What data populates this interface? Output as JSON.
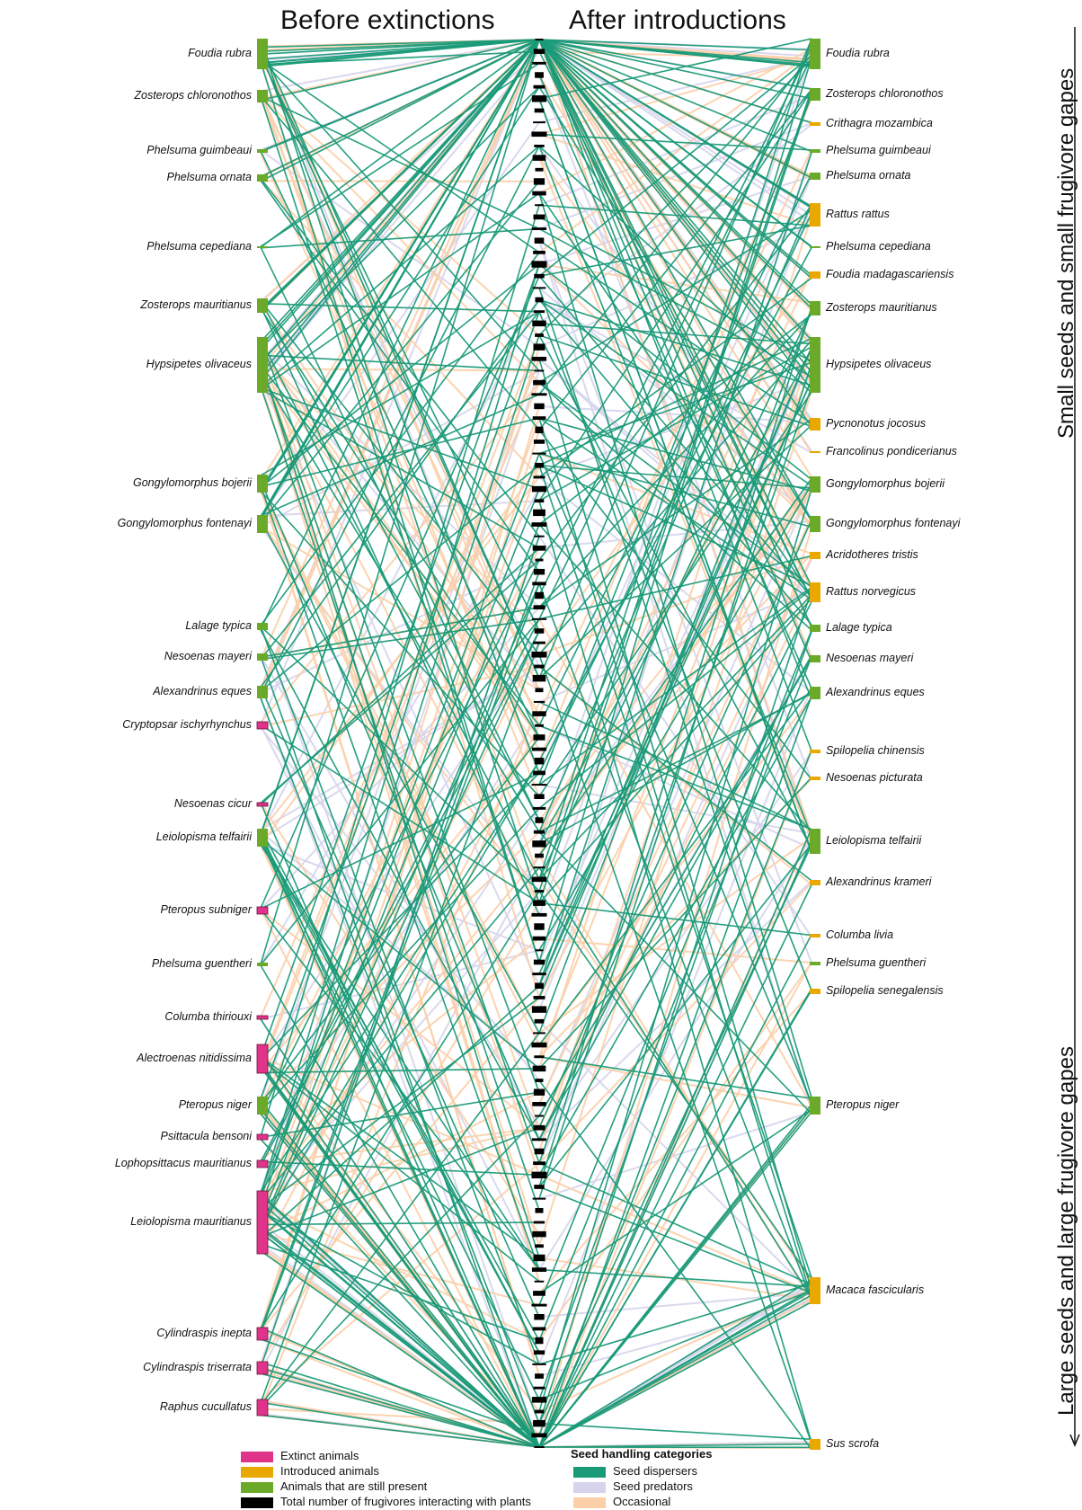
{
  "titles": {
    "left": "Before extinctions",
    "right": "After introductions"
  },
  "side_labels": {
    "top": "Small seeds and small frugivore gapes",
    "bottom": "Large seeds and large frugivore gapes"
  },
  "colors": {
    "extinct": "#e0338a",
    "introduced": "#e8a800",
    "present": "#6aaa28",
    "plants": "#000000",
    "dispersers": "#1a9a78",
    "predators": "#d6d4ec",
    "occasional": "#fbcfa8"
  },
  "left_animals": [
    {
      "name": "Foudia rubra",
      "status": "present",
      "links": 24,
      "icon": "red-bird-icon"
    },
    {
      "name": "Zosterops chloronothos",
      "status": "present",
      "links": 12,
      "icon": "small-bird-icon"
    },
    {
      "name": "Phelsuma guimbeaui",
      "status": "present",
      "links": 6,
      "icon": "gecko-icon"
    },
    {
      "name": "Phelsuma ornata",
      "status": "present",
      "links": 8,
      "icon": "gecko-icon"
    },
    {
      "name": "Phelsuma cepediana",
      "status": "present",
      "links": 4,
      "icon": "gecko-icon"
    },
    {
      "name": "Zosterops mauritianus",
      "status": "present",
      "links": 12,
      "icon": "small-bird-icon"
    },
    {
      "name": "Hypsipetes olivaceus",
      "status": "present",
      "links": 38,
      "icon": "bulbul-icon"
    },
    {
      "name": "Gongylomorphus bojerii",
      "status": "present",
      "links": 14,
      "icon": "skink-icon"
    },
    {
      "name": "Gongylomorphus fontenayi",
      "status": "present",
      "links": 14,
      "icon": "skink-icon"
    },
    {
      "name": "Lalage typica",
      "status": "present",
      "links": 6,
      "icon": "small-bird-icon"
    },
    {
      "name": "Nesoenas mayeri",
      "status": "present",
      "links": 7,
      "icon": "pigeon-icon"
    },
    {
      "name": "Alexandrinus eques",
      "status": "present",
      "links": 10,
      "icon": "parakeet-icon"
    },
    {
      "name": "Cryptopsar ischyrhynchus",
      "status": "extinct",
      "links": 6,
      "icon": "starling-icon"
    },
    {
      "name": "Nesoenas cicur",
      "status": "extinct",
      "links": 4,
      "icon": "pigeon-icon"
    },
    {
      "name": "Leiolopisma telfairii",
      "status": "present",
      "links": 20,
      "icon": "skink-icon"
    },
    {
      "name": "Pteropus subniger",
      "status": "extinct",
      "links": 6,
      "icon": "bat-icon"
    },
    {
      "name": "Phelsuma guentheri",
      "status": "present",
      "links": 4,
      "icon": "gecko-icon"
    },
    {
      "name": "Columba thiriouxi",
      "status": "extinct",
      "links": 4,
      "icon": "pigeon-icon"
    },
    {
      "name": "Alectroenas nitidissima",
      "status": "extinct",
      "links": 18,
      "icon": "blue-pigeon-icon"
    },
    {
      "name": "Pteropus niger",
      "status": "present",
      "links": 14,
      "icon": "bat-icon"
    },
    {
      "name": "Psittacula bensoni",
      "status": "extinct",
      "links": 4,
      "icon": "parrot-icon"
    },
    {
      "name": "Lophopsittacus mauritianus",
      "status": "extinct",
      "links": 6,
      "icon": "parrot-icon"
    },
    {
      "name": "Leiolopisma mauritianus",
      "status": "extinct",
      "links": 44,
      "icon": "skink-icon"
    },
    {
      "name": "Cylindraspis inepta",
      "status": "extinct",
      "links": 10,
      "icon": "tortoise-icon"
    },
    {
      "name": "Cylindraspis triserrata",
      "status": "extinct",
      "links": 10,
      "icon": "tortoise-icon"
    },
    {
      "name": "Raphus cucullatus",
      "status": "extinct",
      "links": 12,
      "icon": "dodo-icon"
    }
  ],
  "right_animals": [
    {
      "name": "Foudia rubra",
      "status": "present",
      "links": 24,
      "icon": "red-bird-icon"
    },
    {
      "name": "Zosterops chloronothos",
      "status": "present",
      "links": 10,
      "icon": "small-bird-icon"
    },
    {
      "name": "Crithagra mozambica",
      "status": "introduced",
      "links": 4,
      "icon": "canary-icon"
    },
    {
      "name": "Phelsuma guimbeaui",
      "status": "present",
      "links": 5,
      "icon": "gecko-icon"
    },
    {
      "name": "Phelsuma ornata",
      "status": "present",
      "links": 7,
      "icon": "gecko-icon"
    },
    {
      "name": "Rattus rattus",
      "status": "introduced",
      "links": 16,
      "icon": "rat-icon"
    },
    {
      "name": "Phelsuma cepediana",
      "status": "present",
      "links": 3,
      "icon": "gecko-icon"
    },
    {
      "name": "Foudia madagascariensis",
      "status": "introduced",
      "links": 6,
      "icon": "red-bird-icon"
    },
    {
      "name": "Zosterops mauritianus",
      "status": "present",
      "links": 10,
      "icon": "small-bird-icon"
    },
    {
      "name": "Hypsipetes olivaceus",
      "status": "present",
      "links": 38,
      "icon": "bulbul-icon"
    },
    {
      "name": "Pycnonotus jocosus",
      "status": "introduced",
      "links": 10,
      "icon": "bulbul-icon"
    },
    {
      "name": "Francolinus pondicerianus",
      "status": "introduced",
      "links": 3,
      "icon": "francolin-icon"
    },
    {
      "name": "Gongylomorphus bojerii",
      "status": "present",
      "links": 14,
      "icon": "skink-icon"
    },
    {
      "name": "Gongylomorphus fontenayi",
      "status": "present",
      "links": 14,
      "icon": "skink-icon"
    },
    {
      "name": "Acridotheres tristis",
      "status": "introduced",
      "links": 6,
      "icon": "myna-icon"
    },
    {
      "name": "Rattus norvegicus",
      "status": "introduced",
      "links": 20,
      "icon": "rat-icon"
    },
    {
      "name": "Lalage typica",
      "status": "present",
      "links": 6,
      "icon": "small-bird-icon"
    },
    {
      "name": "Nesoenas mayeri",
      "status": "present",
      "links": 7,
      "icon": "pigeon-icon"
    },
    {
      "name": "Alexandrinus eques",
      "status": "present",
      "links": 10,
      "icon": "parakeet-icon"
    },
    {
      "name": "Spilopelia chinensis",
      "status": "introduced",
      "links": 4,
      "icon": "dove-icon"
    },
    {
      "name": "Nesoenas picturata",
      "status": "introduced",
      "links": 4,
      "icon": "pigeon-icon"
    },
    {
      "name": "Leiolopisma telfairii",
      "status": "present",
      "links": 20,
      "icon": "skink-icon"
    },
    {
      "name": "Alexandrinus krameri",
      "status": "introduced",
      "links": 5,
      "icon": "parakeet-icon"
    },
    {
      "name": "Columba livia",
      "status": "introduced",
      "links": 3,
      "icon": "pigeon-icon"
    },
    {
      "name": "Phelsuma guentheri",
      "status": "present",
      "links": 4,
      "icon": "gecko-icon"
    },
    {
      "name": "Spilopelia senegalensis",
      "status": "introduced",
      "links": 4,
      "icon": "dove-icon"
    },
    {
      "name": "Pteropus niger",
      "status": "present",
      "links": 14,
      "icon": "bat-icon"
    },
    {
      "name": "Macaca fascicularis",
      "status": "introduced",
      "links": 28,
      "icon": "macaque-icon"
    },
    {
      "name": "Sus scrofa",
      "status": "introduced",
      "links": 10,
      "icon": "boar-icon"
    }
  ],
  "legend": {
    "statuses": [
      {
        "label": "Extinct animals",
        "key": "extinct"
      },
      {
        "label": "Introduced animals",
        "key": "introduced"
      },
      {
        "label": "Animals that are still present",
        "key": "present"
      },
      {
        "label": "Total number of frugivores interacting with plants",
        "key": "plants"
      }
    ],
    "handling_title": "Seed handling categories",
    "handling": [
      {
        "label": "Seed dispersers",
        "key": "dispersers"
      },
      {
        "label": "Seed predators",
        "key": "predators"
      },
      {
        "label": "Occasional",
        "key": "occasional"
      }
    ]
  }
}
